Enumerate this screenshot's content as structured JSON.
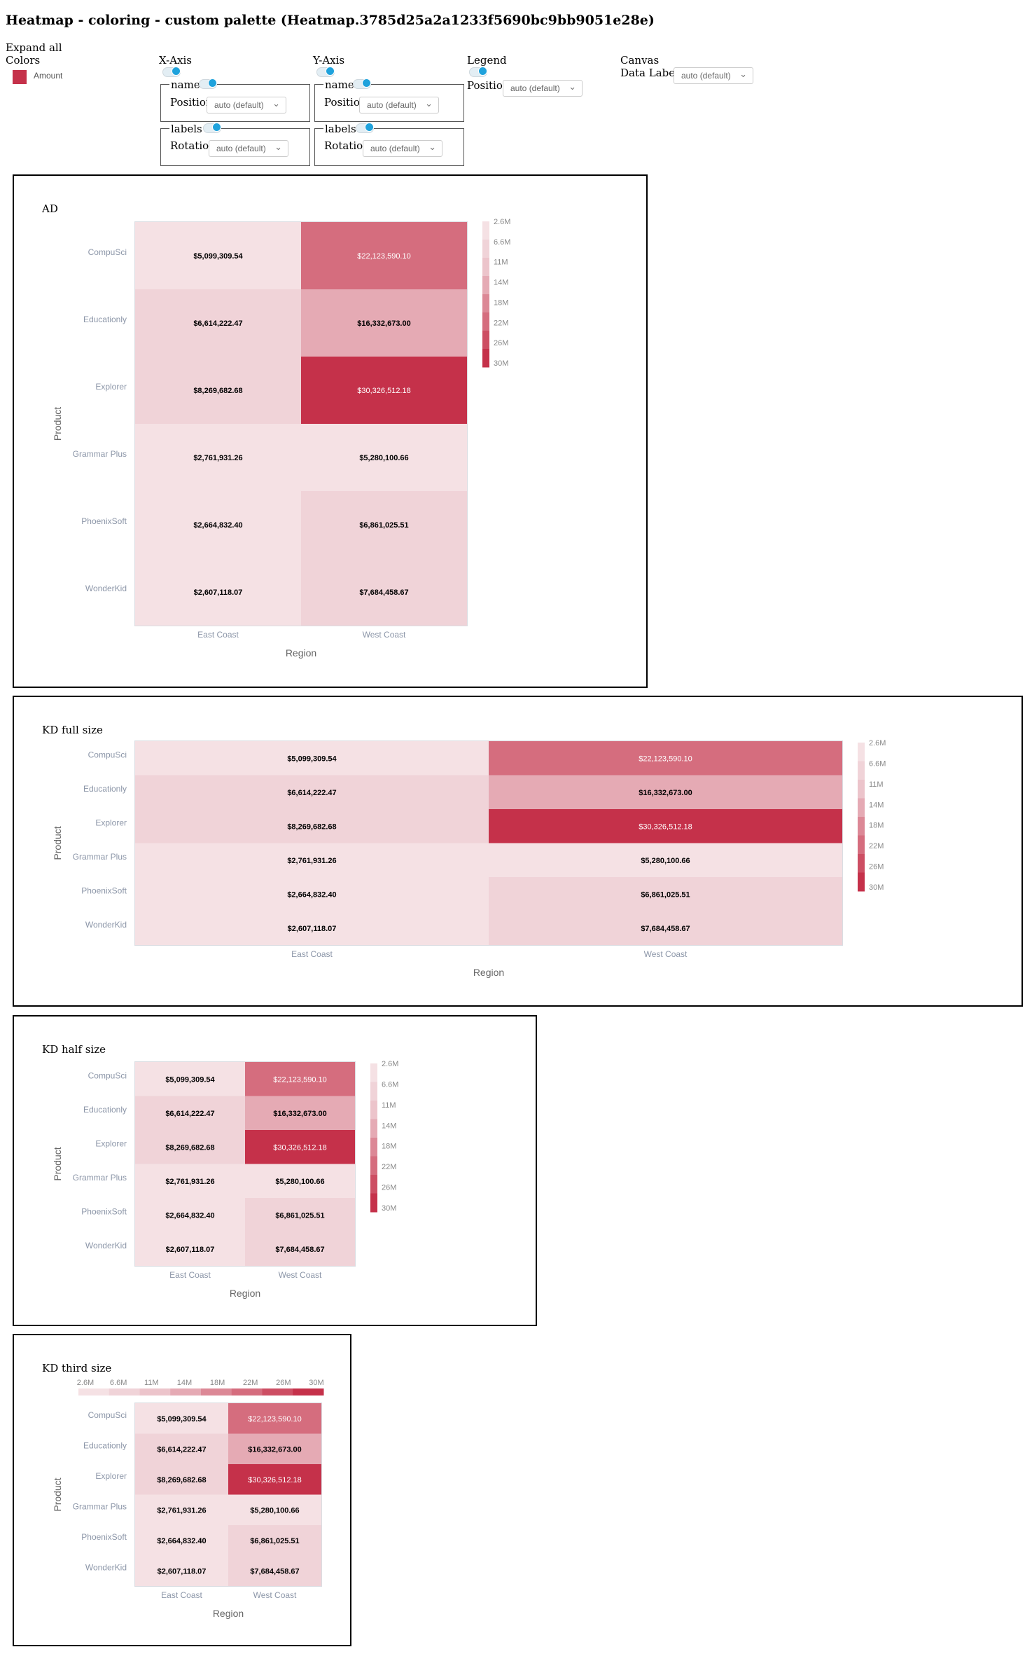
{
  "page": {
    "title": "Heatmap - coloring - custom palette (Heatmap.3785d25a2a1233f5690bc9bb9051e28e)",
    "expand_all": "Expand all",
    "colors_label": "Colors",
    "colors": [
      {
        "name": "Amount",
        "color": "#c5314a"
      }
    ]
  },
  "controls": {
    "x_axis": {
      "title": "X-Axis",
      "name_group": {
        "label": "name",
        "field_label": "Position",
        "value": "auto (default)"
      },
      "labels_group": {
        "label": "labels",
        "field_label": "Rotation",
        "value": "auto (default)"
      }
    },
    "y_axis": {
      "title": "Y-Axis",
      "name_group": {
        "label": "name",
        "field_label": "Position",
        "value": "auto (default)"
      },
      "labels_group": {
        "label": "labels",
        "field_label": "Rotation",
        "value": "auto (default)"
      }
    },
    "legend": {
      "title": "Legend",
      "field_label": "Position",
      "value": "auto (default)"
    },
    "canvas": {
      "title": "Canvas",
      "field_label": "Data Labels",
      "value": "auto (default)"
    }
  },
  "charts": [
    {
      "title": "AD"
    },
    {
      "title": "KD full size"
    },
    {
      "title": "KD half size"
    },
    {
      "title": "KD third size"
    }
  ],
  "chart_data": {
    "type": "heatmap",
    "xlabel": "Region",
    "ylabel": "Product",
    "x": [
      "East Coast",
      "West Coast"
    ],
    "y": [
      "CompuSci",
      "Educationly",
      "Explorer",
      "Grammar Plus",
      "PhoenixSoft",
      "WonderKid"
    ],
    "values": [
      [
        5099309.54,
        22123590.1
      ],
      [
        6614222.47,
        16332673.0
      ],
      [
        8269682.68,
        30326512.18
      ],
      [
        2761931.26,
        5280100.66
      ],
      [
        2664832.4,
        6861025.51
      ],
      [
        2607118.07,
        7684458.67
      ]
    ],
    "labels": [
      [
        "$5,099,309.54",
        "$22,123,590.10"
      ],
      [
        "$6,614,222.47",
        "$16,332,673.00"
      ],
      [
        "$8,269,682.68",
        "$30,326,512.18"
      ],
      [
        "$2,761,931.26",
        "$5,280,100.66"
      ],
      [
        "$2,664,832.40",
        "$6,861,025.51"
      ],
      [
        "$2,607,118.07",
        "$7,684,458.67"
      ]
    ],
    "legend_ticks": [
      "2.6M",
      "6.6M",
      "11M",
      "14M",
      "18M",
      "22M",
      "26M",
      "30M"
    ],
    "legend_thresholds": [
      2600000,
      6600000,
      11000000,
      14000000,
      18000000,
      22000000,
      26000000,
      30000000
    ],
    "palette": [
      "#f5e1e4",
      "#f0d3d8",
      "#ecc4cb",
      "#e5aab4",
      "#dc8896",
      "#d56d7e",
      "#cd4e63",
      "#c5314a"
    ],
    "legend_placement": [
      "right",
      "right",
      "right",
      "top"
    ]
  }
}
